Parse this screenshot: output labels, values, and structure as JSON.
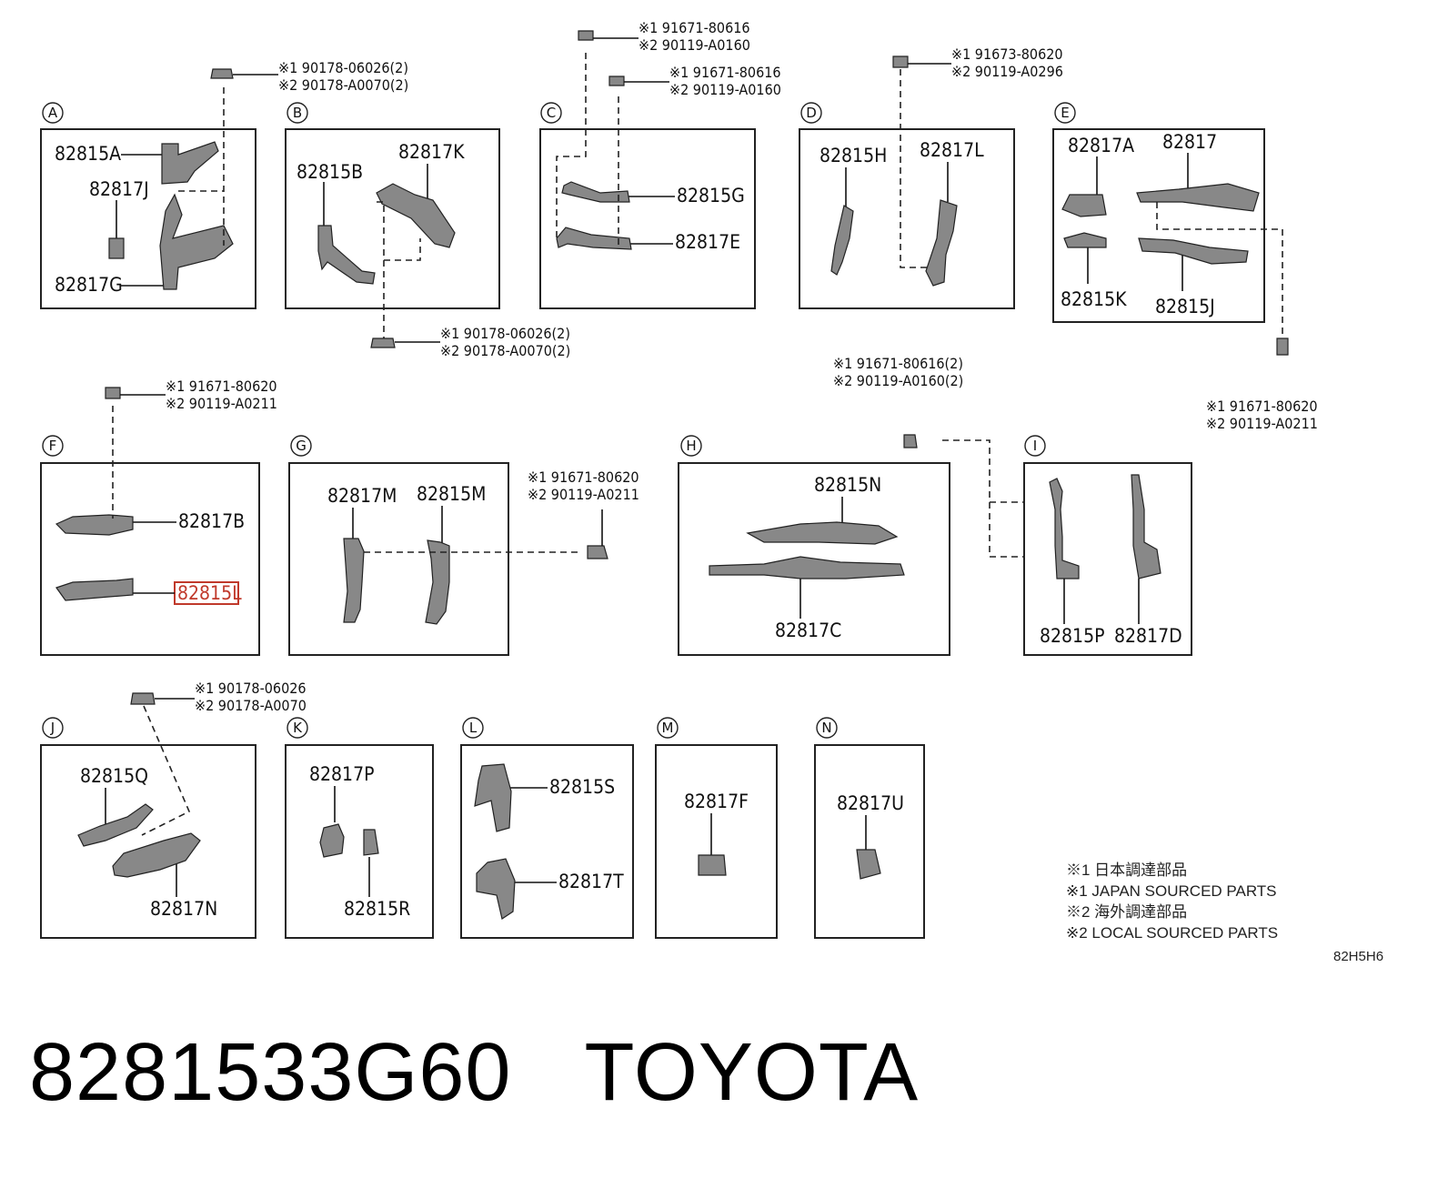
{
  "panels": [
    {
      "letter": "A",
      "parts": [
        "82815A",
        "82817J",
        "82817G"
      ]
    },
    {
      "letter": "B",
      "parts": [
        "82815B",
        "82817K"
      ]
    },
    {
      "letter": "C",
      "parts": [
        "82815G",
        "82817E"
      ]
    },
    {
      "letter": "D",
      "parts": [
        "82815H",
        "82817L"
      ]
    },
    {
      "letter": "E",
      "parts": [
        "82817A",
        "82817",
        "82815K",
        "82815J"
      ]
    },
    {
      "letter": "F",
      "parts": [
        "82817B",
        "82815L"
      ]
    },
    {
      "letter": "G",
      "parts": [
        "82817M",
        "82815M"
      ]
    },
    {
      "letter": "H",
      "parts": [
        "82815N",
        "82817C"
      ]
    },
    {
      "letter": "I",
      "parts": [
        "82815P",
        "82817D"
      ]
    },
    {
      "letter": "J",
      "parts": [
        "82815Q",
        "82817N"
      ]
    },
    {
      "letter": "K",
      "parts": [
        "82817P",
        "82815R"
      ]
    },
    {
      "letter": "L",
      "parts": [
        "82815S",
        "82817T"
      ]
    },
    {
      "letter": "M",
      "parts": [
        "82817F"
      ]
    },
    {
      "letter": "N",
      "parts": [
        "82817U"
      ]
    }
  ],
  "fasteners": [
    {
      "line1": "※1 90178-06026(2)",
      "line2": "※2 90178-A0070(2)"
    },
    {
      "line1": "※1 91671-80616",
      "line2": "※2 90119-A0160"
    },
    {
      "line1": "※1 91671-80616",
      "line2": "※2 90119-A0160"
    },
    {
      "line1": "※1 91673-80620",
      "line2": "※2 90119-A0296"
    },
    {
      "line1": "※1 90178-06026(2)",
      "line2": "※2 90178-A0070(2)"
    },
    {
      "line1": "※1 91671-80620",
      "line2": "※2 90119-A0211"
    },
    {
      "line1": "※1 91671-80620",
      "line2": "※2 90119-A0211"
    },
    {
      "line1": "※1 91671-80616(2)",
      "line2": "※2 90119-A0160(2)"
    },
    {
      "line1": "※1 91671-80620",
      "line2": "※2 90119-A0211"
    },
    {
      "line1": "※1 90178-06026",
      "line2": "※2 90178-A0070"
    }
  ],
  "notes": [
    "※1 日本調達部品",
    "※1 JAPAN SOURCED PARTS",
    "※2 海外調達部品",
    "※2 LOCAL SOURCED PARTS"
  ],
  "diagram_code": "82H5H6",
  "highlight_part": "82815L",
  "footer": {
    "part_number": "8281533G60",
    "brand": "TOYOTA"
  }
}
